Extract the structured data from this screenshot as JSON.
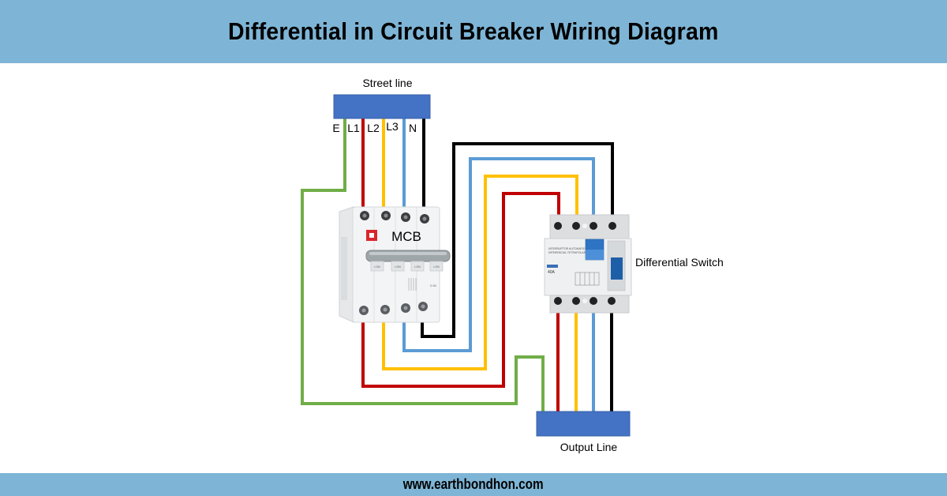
{
  "header": {
    "title": "Differential in Circuit Breaker Wiring Diagram"
  },
  "footer": {
    "website": "www.earthbondhon.com"
  },
  "labels": {
    "street_line": "Street line",
    "mcb": "MCB",
    "differential_switch": "Differential Switch",
    "output_line": "Output Line"
  },
  "terminals": {
    "earth": "E",
    "line1": "L1",
    "line2": "L2",
    "line3": "L3",
    "neutral": "N"
  },
  "mcb_device": {
    "handle_labels": [
      "I-ON",
      "I-ON",
      "I-ON",
      "I-ON"
    ],
    "rating": "D 63"
  },
  "rcd_device": {
    "header_text_1": "INTERRUPTOR AUTOMATICO",
    "header_text_2": "DIFERENCIAL  TETRAPOLAR",
    "rating": "40A"
  },
  "colors": {
    "banner": "#7eb5d6",
    "bus_bar": "#4472c4",
    "earth_wire": "#70ad47",
    "l1_wire": "#c00000",
    "l2_wire": "#ffc000",
    "l3_wire": "#5b9bd5",
    "neutral_wire": "#000000"
  }
}
